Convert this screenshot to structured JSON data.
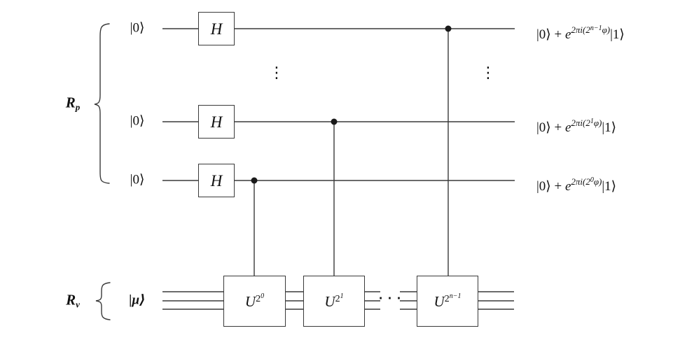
{
  "colors": {
    "background": "#ffffff",
    "line": "#3a3a3a",
    "text": "#111111"
  },
  "registers": {
    "phase": {
      "base": "R",
      "sub": "p"
    },
    "vector": {
      "base": "R",
      "sub": "v"
    }
  },
  "kets": {
    "row1": "|0⟩",
    "row2": "|0⟩",
    "row3": "|0⟩",
    "mu": "|μ⟩"
  },
  "h_gates": {
    "row1": "H",
    "row2": "H",
    "row3": "H"
  },
  "u_gates": [
    {
      "base": "U",
      "exp_base": "2",
      "exp_power": "0"
    },
    {
      "base": "U",
      "exp_base": "2",
      "exp_power": "1"
    },
    {
      "base": "U",
      "exp_base": "2",
      "exp_power": "n−1"
    }
  ],
  "outputs": [
    {
      "pre": "|0⟩ + ",
      "e": "e",
      "exp_pre": "2πi(2",
      "exp_power": "n−1",
      "exp_post": "φ)",
      "post": "|1⟩"
    },
    {
      "pre": "|0⟩ + ",
      "e": "e",
      "exp_pre": "2πi(2",
      "exp_power": "1",
      "exp_post": "φ)",
      "post": "|1⟩"
    },
    {
      "pre": "|0⟩ + ",
      "e": "e",
      "exp_pre": "2πi(2",
      "exp_power": "0",
      "exp_post": "φ)",
      "post": "|1⟩"
    }
  ],
  "ellipses": {
    "vertical_left": "⋮",
    "vertical_right": "⋮",
    "horizontal": "· · ·"
  }
}
